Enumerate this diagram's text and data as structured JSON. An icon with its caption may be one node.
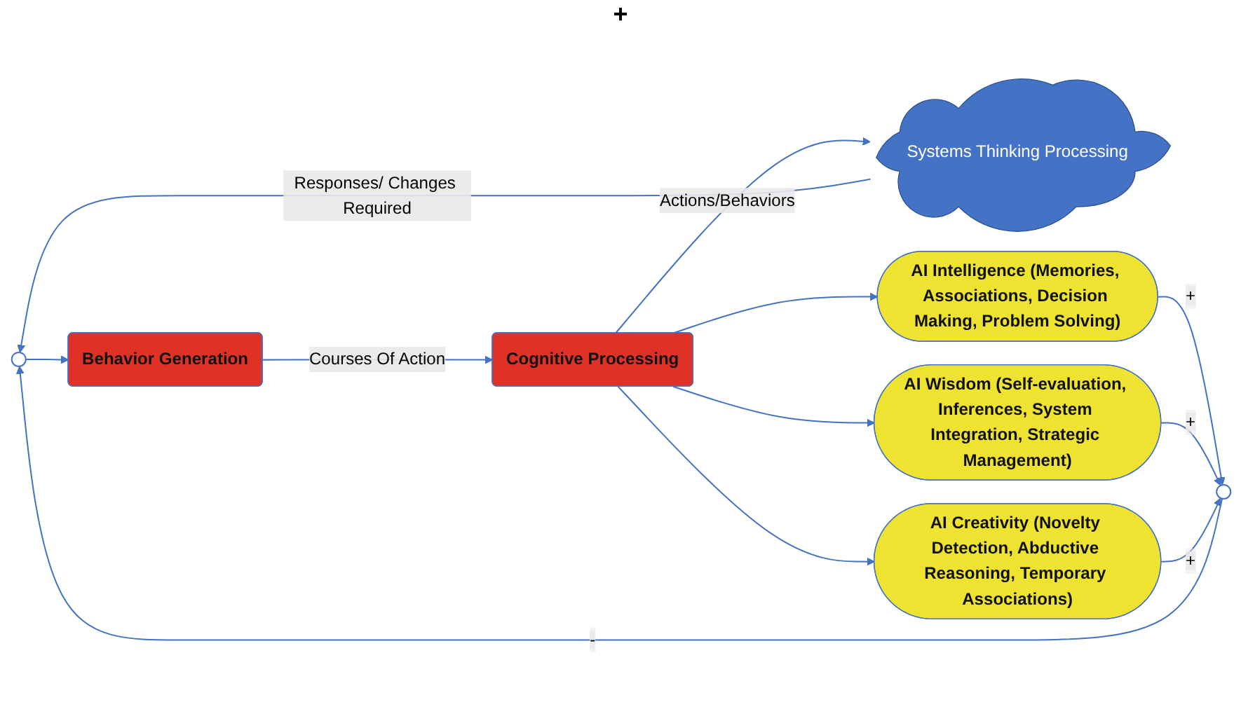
{
  "diagram": {
    "nodes": [
      {
        "text": [],
        "shape": "circle"
      },
      {
        "text": [],
        "shape": "circle"
      },
      {
        "text": [
          "Behavior Generation"
        ]
      },
      {
        "text": [
          "Cognitive Processing"
        ]
      },
      {
        "text": [
          "Systems Thinking Processing"
        ]
      },
      {
        "text": [
          "AI Intelligence (Memories, Associations, Decision Making, Problem Solving)"
        ]
      },
      {
        "text": [
          "AI Wisdom (Self-evaluation, Inferences, System Integration, Strategic Management)"
        ]
      },
      {
        "text": [
          "AI Creativity (Novelty Detection, Abductive Reasoning, Temporary Associations)"
        ]
      }
    ],
    "edges": [
      {
        "from": 0,
        "to": 2,
        "arrow": "to"
      },
      {
        "from": 2,
        "to": 3,
        "arrow": "to",
        "label": "Courses Of Action"
      },
      {
        "from": 3,
        "to": 4,
        "arrow": "to",
        "label": "Actions/Behaviors"
      },
      {
        "from": 3,
        "to": 5,
        "arrow": "to"
      },
      {
        "from": 3,
        "to": 6,
        "arrow": "to"
      },
      {
        "from": 3,
        "to": 7,
        "arrow": "to"
      },
      {
        "from": 4,
        "to": 0,
        "arrow": "to",
        "label": "Responses/ Changes Required"
      },
      {
        "from": 1,
        "to": 0,
        "arrow": "to",
        "label": "-"
      },
      {
        "from": 5,
        "to": 1,
        "arrow": "to",
        "label": "+"
      },
      {
        "from": 6,
        "to": 1,
        "arrow": "to",
        "label": "+"
      },
      {
        "from": 7,
        "to": 1,
        "arrow": "to",
        "label": "+"
      }
    ],
    "labels": [
      "+"
    ]
  }
}
